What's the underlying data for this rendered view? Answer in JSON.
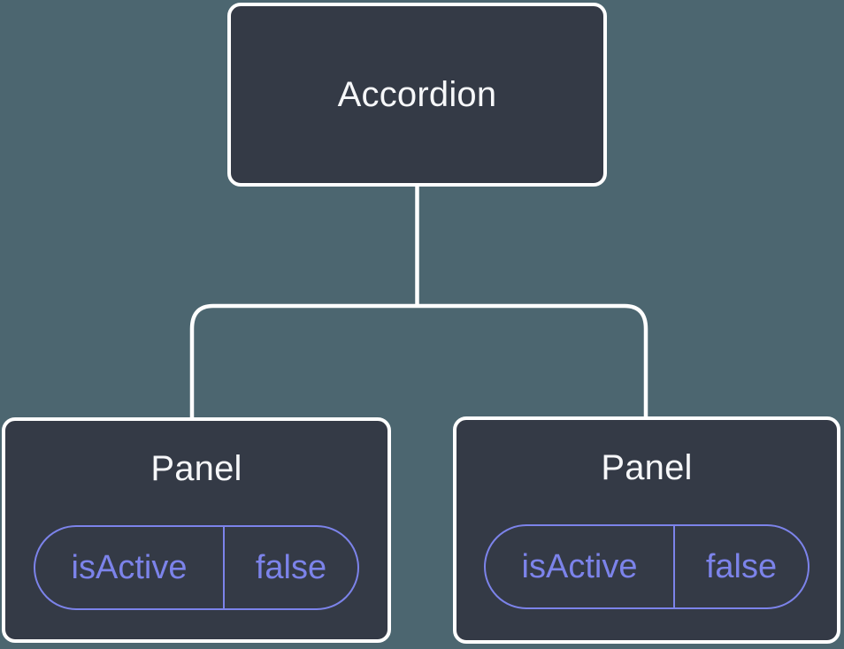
{
  "colors": {
    "background": "#4C6670",
    "node_fill": "#343A46",
    "node_border": "#FFFFFF",
    "node_text": "#F6F7F9",
    "connector": "#FFFFFF",
    "state_accent": "#7C83EA"
  },
  "tree": {
    "root": {
      "label": "Accordion"
    },
    "children": [
      {
        "label": "Panel",
        "state": {
          "key": "isActive",
          "value": "false"
        }
      },
      {
        "label": "Panel",
        "state": {
          "key": "isActive",
          "value": "false"
        }
      }
    ]
  }
}
